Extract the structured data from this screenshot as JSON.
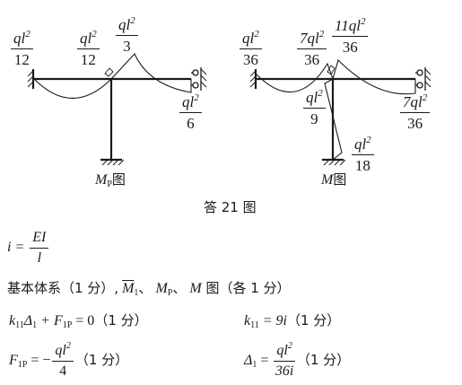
{
  "figure": {
    "left_diagram": {
      "label_main": "M",
      "label_sub": "P",
      "label_suffix": "图",
      "moments": [
        {
          "num": "ql",
          "exp": "2",
          "den": "12"
        },
        {
          "num": "ql",
          "exp": "2",
          "den": "12"
        },
        {
          "num": "ql",
          "exp": "2",
          "den": "3"
        },
        {
          "num": "ql",
          "exp": "2",
          "den": "6"
        }
      ]
    },
    "right_diagram": {
      "label_main": "M",
      "label_suffix": "图",
      "moments": [
        {
          "num": "ql",
          "exp": "2",
          "den": "36"
        },
        {
          "num": "7ql",
          "exp": "2",
          "den": "36"
        },
        {
          "num": "11ql",
          "exp": "2",
          "den": "36"
        },
        {
          "num": "ql",
          "exp": "2",
          "den": "9"
        },
        {
          "num": "7ql",
          "exp": "2",
          "den": "36"
        },
        {
          "num": "ql",
          "exp": "2",
          "den": "18"
        }
      ]
    },
    "caption": "答 21 图"
  },
  "solution": {
    "stiffness": {
      "lhs": "i = ",
      "num": "EI",
      "den": "l"
    },
    "line2": {
      "prefix": "基本体系（1 分）,",
      "m1": "M",
      "m1_sub": "1",
      "sep1": "、",
      "mp": "M",
      "mp_sub": "P",
      "sep2": "、",
      "m": "M",
      "suffix": " 图（各 1 分）"
    },
    "eq1": {
      "text": "k",
      "sub1": "11",
      "delta": "Δ",
      "sub2": "1",
      "plus": " + F",
      "sub3": "1P",
      "rest": " = 0",
      "score": "（1 分）"
    },
    "eq2": {
      "text": "k",
      "sub1": "11",
      "rest": " = 9i",
      "score": "（1 分）"
    },
    "eq3": {
      "lhs": "F",
      "sub": "1P",
      "eq": " = −",
      "num": "ql",
      "exp": "2",
      "den": "4",
      "score": "（1 分）"
    },
    "eq4": {
      "lhs": "Δ",
      "sub": "1",
      "eq": " = ",
      "num": "ql",
      "exp": "2",
      "den": "36i",
      "score": "（1 分）"
    }
  }
}
